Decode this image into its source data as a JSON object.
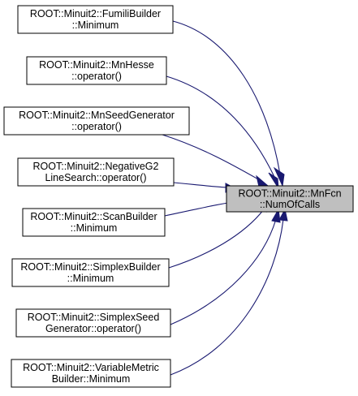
{
  "target": {
    "line1": "ROOT::Minuit2::MnFcn",
    "line2": "::NumOfCalls"
  },
  "callers": [
    {
      "line1": "ROOT::Minuit2::FumiliBuilder",
      "line2": "::Minimum"
    },
    {
      "line1": "ROOT::Minuit2::MnHesse",
      "line2": "::operator()"
    },
    {
      "line1": "ROOT::Minuit2::MnSeedGenerator",
      "line2": "::operator()"
    },
    {
      "line1": "ROOT::Minuit2::NegativeG2",
      "line2": "LineSearch::operator()"
    },
    {
      "line1": "ROOT::Minuit2::ScanBuilder",
      "line2": "::Minimum"
    },
    {
      "line1": "ROOT::Minuit2::SimplexBuilder",
      "line2": "::Minimum"
    },
    {
      "line1": "ROOT::Minuit2::SimplexSeed",
      "line2": "Generator::operator()"
    },
    {
      "line1": "ROOT::Minuit2::VariableMetric",
      "line2": "Builder::Minimum"
    }
  ],
  "colors": {
    "edge": "#191970",
    "target_fill": "#bfbfbf",
    "node_fill": "#ffffff"
  }
}
